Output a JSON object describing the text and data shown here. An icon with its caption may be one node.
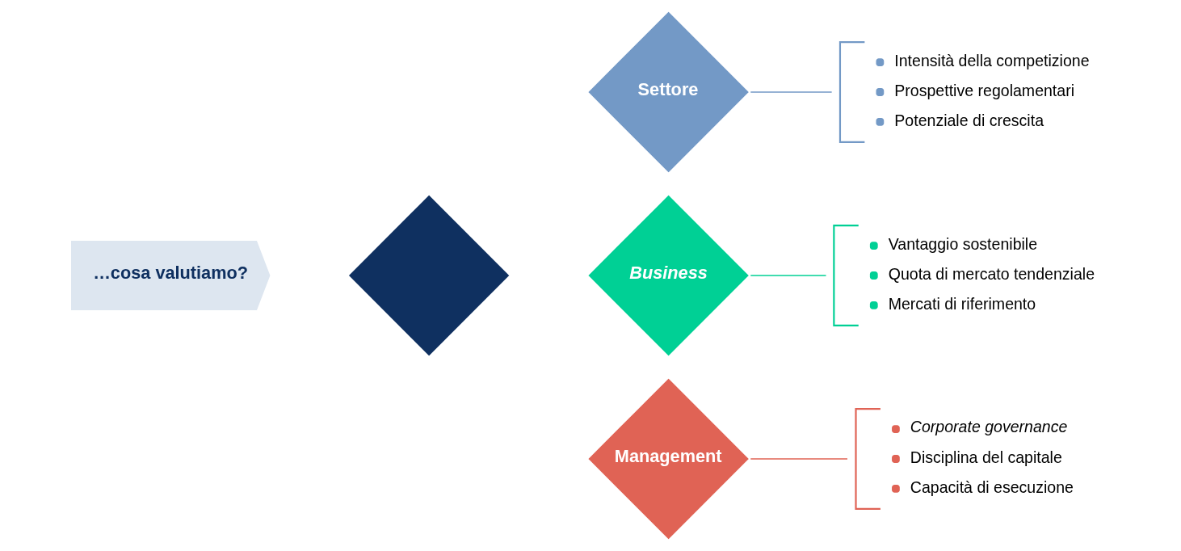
{
  "diagram": {
    "nodes": [
      {
        "text": [
          "…cosa valutiamo?"
        ]
      },
      {
        "text": [],
        "shape": "diamond"
      },
      {
        "text": [
          "Settore"
        ]
      },
      {
        "text": [
          "Business"
        ]
      },
      {
        "text": [
          "Management"
        ]
      },
      {
        "text": [
          "Intensità della competizione",
          "Prospettive regolamentari",
          "Potenziale di crescita"
        ]
      },
      {
        "text": [
          "Vantaggio sostenibile",
          "Quota di mercato tendenziale",
          "Mercati di riferimento"
        ]
      },
      {
        "text": [
          "Corporate governance",
          "Disciplina del capitale",
          "Capacità di esecuzione"
        ]
      }
    ],
    "edges": [
      {
        "from": 2,
        "to": 5,
        "arrow": "none",
        "color": "#7399c6"
      },
      {
        "from": 3,
        "to": 6,
        "arrow": "none",
        "color": "#00d095"
      },
      {
        "from": 4,
        "to": 7,
        "arrow": "none",
        "color": "#e06355"
      }
    ]
  }
}
